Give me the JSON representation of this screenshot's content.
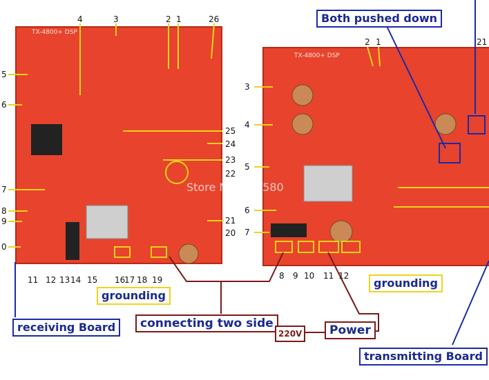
{
  "boards": {
    "left_silkscreen": "TX-4800+ DSP",
    "right_silkscreen": "TX-4800+ DSP"
  },
  "watermark": "Store No: 822580",
  "labels": {
    "both_pushed_down": "Both pushed down",
    "grounding_left": "grounding",
    "grounding_right": "grounding",
    "receiving_board": "receiving Board",
    "connecting_two_side": "connecting two side",
    "voltage": "220V",
    "power": "Power",
    "transmitting_board": "transmitting Board"
  },
  "left_numbers": [
    "4",
    "3",
    "2",
    "1",
    "26",
    "5",
    "6",
    "25",
    "24",
    "23",
    "22",
    "7",
    "8",
    "9",
    "21",
    "20",
    "0",
    "11",
    "12",
    "13",
    "14",
    "15",
    "16",
    "17",
    "18",
    "19"
  ],
  "right_numbers": [
    "2",
    "1",
    "21",
    "3",
    "4",
    "5",
    "6",
    "7",
    "8",
    "9",
    "10",
    "11",
    "12"
  ],
  "colors": {
    "board_red": "#e8432c",
    "label_yellow": "#f1d31a",
    "label_blue": "#1a2aa8",
    "line_maroon": "#7a1a1a"
  }
}
